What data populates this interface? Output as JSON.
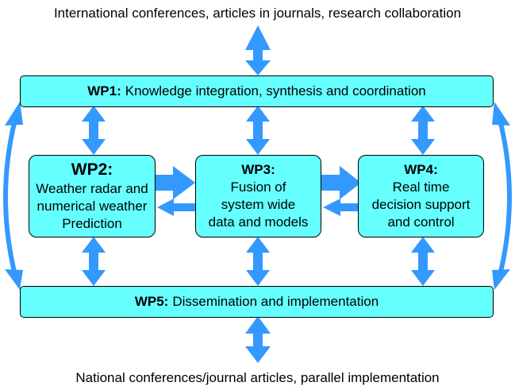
{
  "top_caption": "International conferences, articles in journals, research collaboration",
  "bottom_caption": "National conferences/journal articles, parallel implementation",
  "wp1": {
    "id": "WP1:",
    "text": "Knowledge integration, synthesis and coordination"
  },
  "wp5": {
    "id": "WP5:",
    "text": "Dissemination and implementation"
  },
  "wp2": {
    "id": "WP2:",
    "lines": [
      "Weather radar and",
      "numerical weather",
      "Prediction"
    ]
  },
  "wp3": {
    "id": "WP3:",
    "lines": [
      "Fusion of",
      "system wide",
      "data and models"
    ]
  },
  "wp4": {
    "id": "WP4:",
    "lines": [
      "Real time",
      "decision support",
      "and control"
    ]
  },
  "colors": {
    "box_fill": "#66ffff",
    "arrow": "#3399ff"
  }
}
